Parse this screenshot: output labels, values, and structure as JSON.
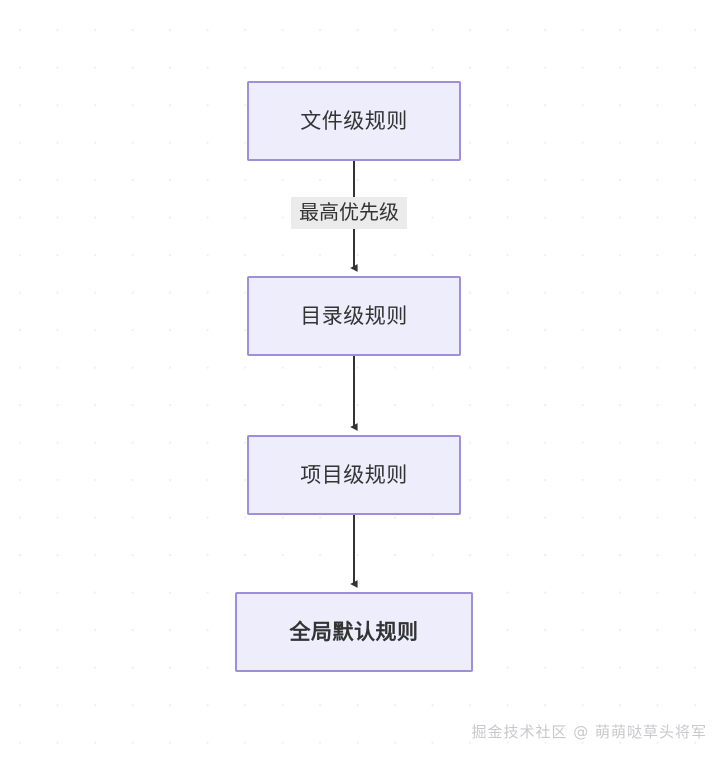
{
  "diagram": {
    "type": "flowchart",
    "direction": "top-to-bottom",
    "title": "",
    "nodes": [
      {
        "id": "file",
        "label": "文件级规则",
        "order": 1
      },
      {
        "id": "directory",
        "label": "目录级规则",
        "order": 2
      },
      {
        "id": "project",
        "label": "项目级规则",
        "order": 3
      },
      {
        "id": "global",
        "label": "全局默认规则",
        "order": 4
      }
    ],
    "edges": [
      {
        "from": "file",
        "to": "directory",
        "label": "最高优先级"
      },
      {
        "from": "directory",
        "to": "project",
        "label": ""
      },
      {
        "from": "project",
        "to": "global",
        "label": ""
      }
    ],
    "colors": {
      "node_fill": "#ededfc",
      "node_border": "#9f8fd9",
      "node_text": "#333333",
      "edge_line": "#333333",
      "edge_label_bg": "#ebebeb",
      "canvas_bg": "#ffffff",
      "grid_dot": "#f1f1f3",
      "watermark_text": "#c9c9cc"
    }
  },
  "watermark": {
    "text": "掘金技术社区 @ 萌萌哒草头将军"
  }
}
